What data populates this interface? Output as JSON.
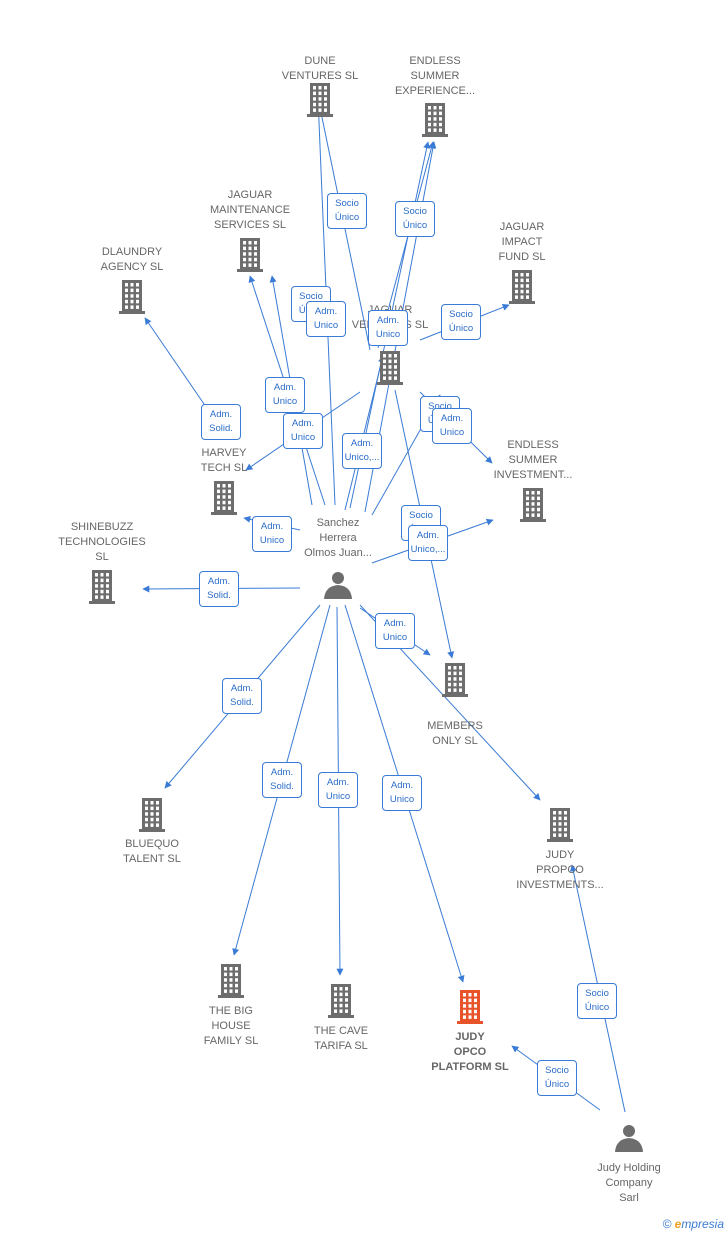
{
  "colors": {
    "edge": "#3a7bd5",
    "building": "#6d6d6d",
    "highlight": "#e8532a",
    "person": "#6d6d6d"
  },
  "companies": [
    {
      "id": "dune",
      "label": "DUNE\nVENTURES SL",
      "highlight": false
    },
    {
      "id": "endless_exp",
      "label": "ENDLESS\nSUMMER\nEXPERIENCE...",
      "highlight": false
    },
    {
      "id": "jaguar_maint",
      "label": "JAGUAR\nMAINTENANCE\nSERVICES SL",
      "highlight": false
    },
    {
      "id": "jaguar_impact",
      "label": "JAGUAR\nIMPACT\nFUND SL",
      "highlight": false
    },
    {
      "id": "dlaundry",
      "label": "DLAUNDRY\nAGENCY SL",
      "highlight": false
    },
    {
      "id": "jaguar_vent",
      "label": "JAGUAR\nVENTURES SL",
      "highlight": false
    },
    {
      "id": "endless_inv",
      "label": "ENDLESS\nSUMMER\nINVESTMENT...",
      "highlight": false
    },
    {
      "id": "harvey",
      "label": "HARVEY\nTECH SL",
      "highlight": false
    },
    {
      "id": "shinebuzz",
      "label": "SHINEBUZZ\nTECHNOLOGIES\nSL",
      "highlight": false
    },
    {
      "id": "members",
      "label": "MEMBERS\nONLY SL",
      "highlight": false
    },
    {
      "id": "bluequo",
      "label": "BLUEQUO\nTALENT SL",
      "highlight": false
    },
    {
      "id": "judy_propco",
      "label": "JUDY\nPROPCO\nINVESTMENTS...",
      "highlight": false
    },
    {
      "id": "big_house",
      "label": "THE BIG\nHOUSE\nFAMILY SL",
      "highlight": false
    },
    {
      "id": "cave",
      "label": "THE CAVE\nTARIFA SL",
      "highlight": false
    },
    {
      "id": "judy_opco",
      "label": "JUDY\nOPCO\nPLATFORM SL",
      "highlight": true
    }
  ],
  "persons": [
    {
      "id": "sanchez",
      "label": "Sanchez\nHerrera\nOlmos Juan..."
    },
    {
      "id": "judy_holding",
      "label": "Judy Holding\nCompany\nSarl"
    }
  ],
  "edge_tags": [
    {
      "id": "t1",
      "text": "Socio\nÚnico"
    },
    {
      "id": "t2",
      "text": "Socio\nÚnico"
    },
    {
      "id": "t3",
      "text": "Socio\nÚnico"
    },
    {
      "id": "t4",
      "text": "Adm.\nUnico"
    },
    {
      "id": "t5",
      "text": "Adm.\nUnico"
    },
    {
      "id": "t6",
      "text": "Socio\nÚnico"
    },
    {
      "id": "t7",
      "text": "Adm.\nUnico"
    },
    {
      "id": "t8",
      "text": "Adm.\nUnico"
    },
    {
      "id": "t9",
      "text": "Adm.\nSolid."
    },
    {
      "id": "t10",
      "text": "Socio\nÚnico"
    },
    {
      "id": "t11",
      "text": "Adm.\nUnico,..."
    },
    {
      "id": "t12",
      "text": "Adm.\nUnico"
    },
    {
      "id": "t13",
      "text": "Socio\nÚnico"
    },
    {
      "id": "t14",
      "text": "Adm.\nUnico,..."
    },
    {
      "id": "t15",
      "text": "Adm.\nSolid."
    },
    {
      "id": "t16",
      "text": "Adm.\nUnico"
    },
    {
      "id": "t17",
      "text": "Adm.\nUnico"
    },
    {
      "id": "t18",
      "text": "Adm.\nSolid."
    },
    {
      "id": "t19",
      "text": "Adm.\nSolid."
    },
    {
      "id": "t20",
      "text": "Adm.\nUnico"
    },
    {
      "id": "t21",
      "text": "Adm.\nUnico"
    },
    {
      "id": "t22",
      "text": "Socio\nÚnico"
    },
    {
      "id": "t23",
      "text": "Socio\nÚnico"
    }
  ],
  "watermark": {
    "symbol": "©",
    "brand_initial": "e",
    "brand_rest": "mpresia"
  }
}
